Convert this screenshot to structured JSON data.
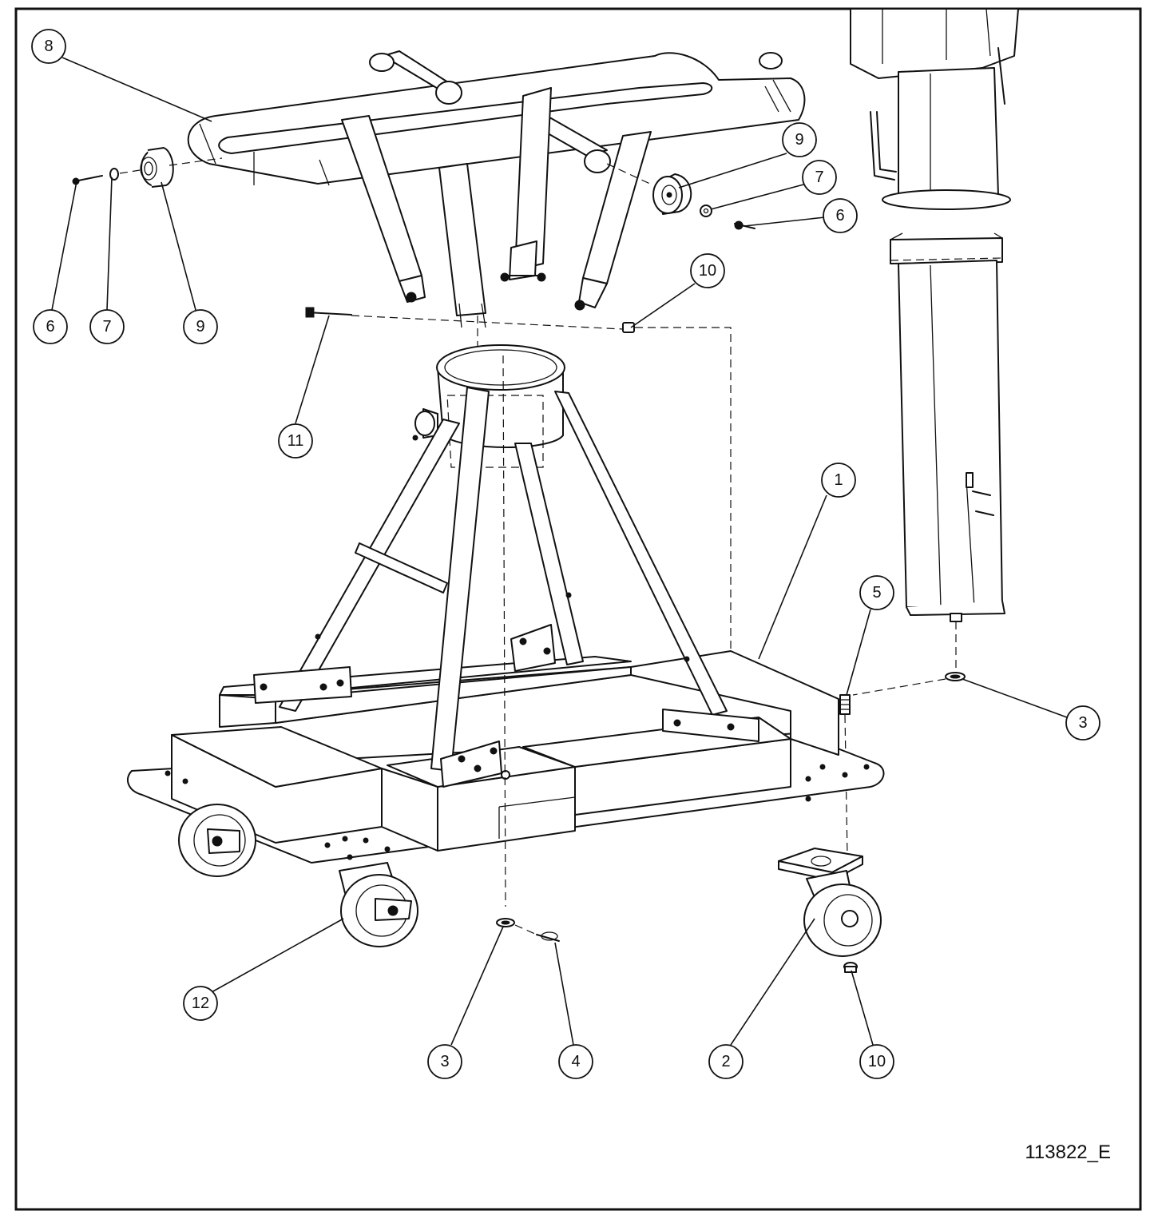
{
  "drawing_number": "113822_E",
  "balloons": [
    {
      "label": "8"
    },
    {
      "label": "9"
    },
    {
      "label": "7"
    },
    {
      "label": "6"
    },
    {
      "label": "6"
    },
    {
      "label": "7"
    },
    {
      "label": "9"
    },
    {
      "label": "10"
    },
    {
      "label": "11"
    },
    {
      "label": "1"
    },
    {
      "label": "5"
    },
    {
      "label": "3"
    },
    {
      "label": "12"
    },
    {
      "label": "3"
    },
    {
      "label": "4"
    },
    {
      "label": "2"
    },
    {
      "label": "10"
    }
  ]
}
